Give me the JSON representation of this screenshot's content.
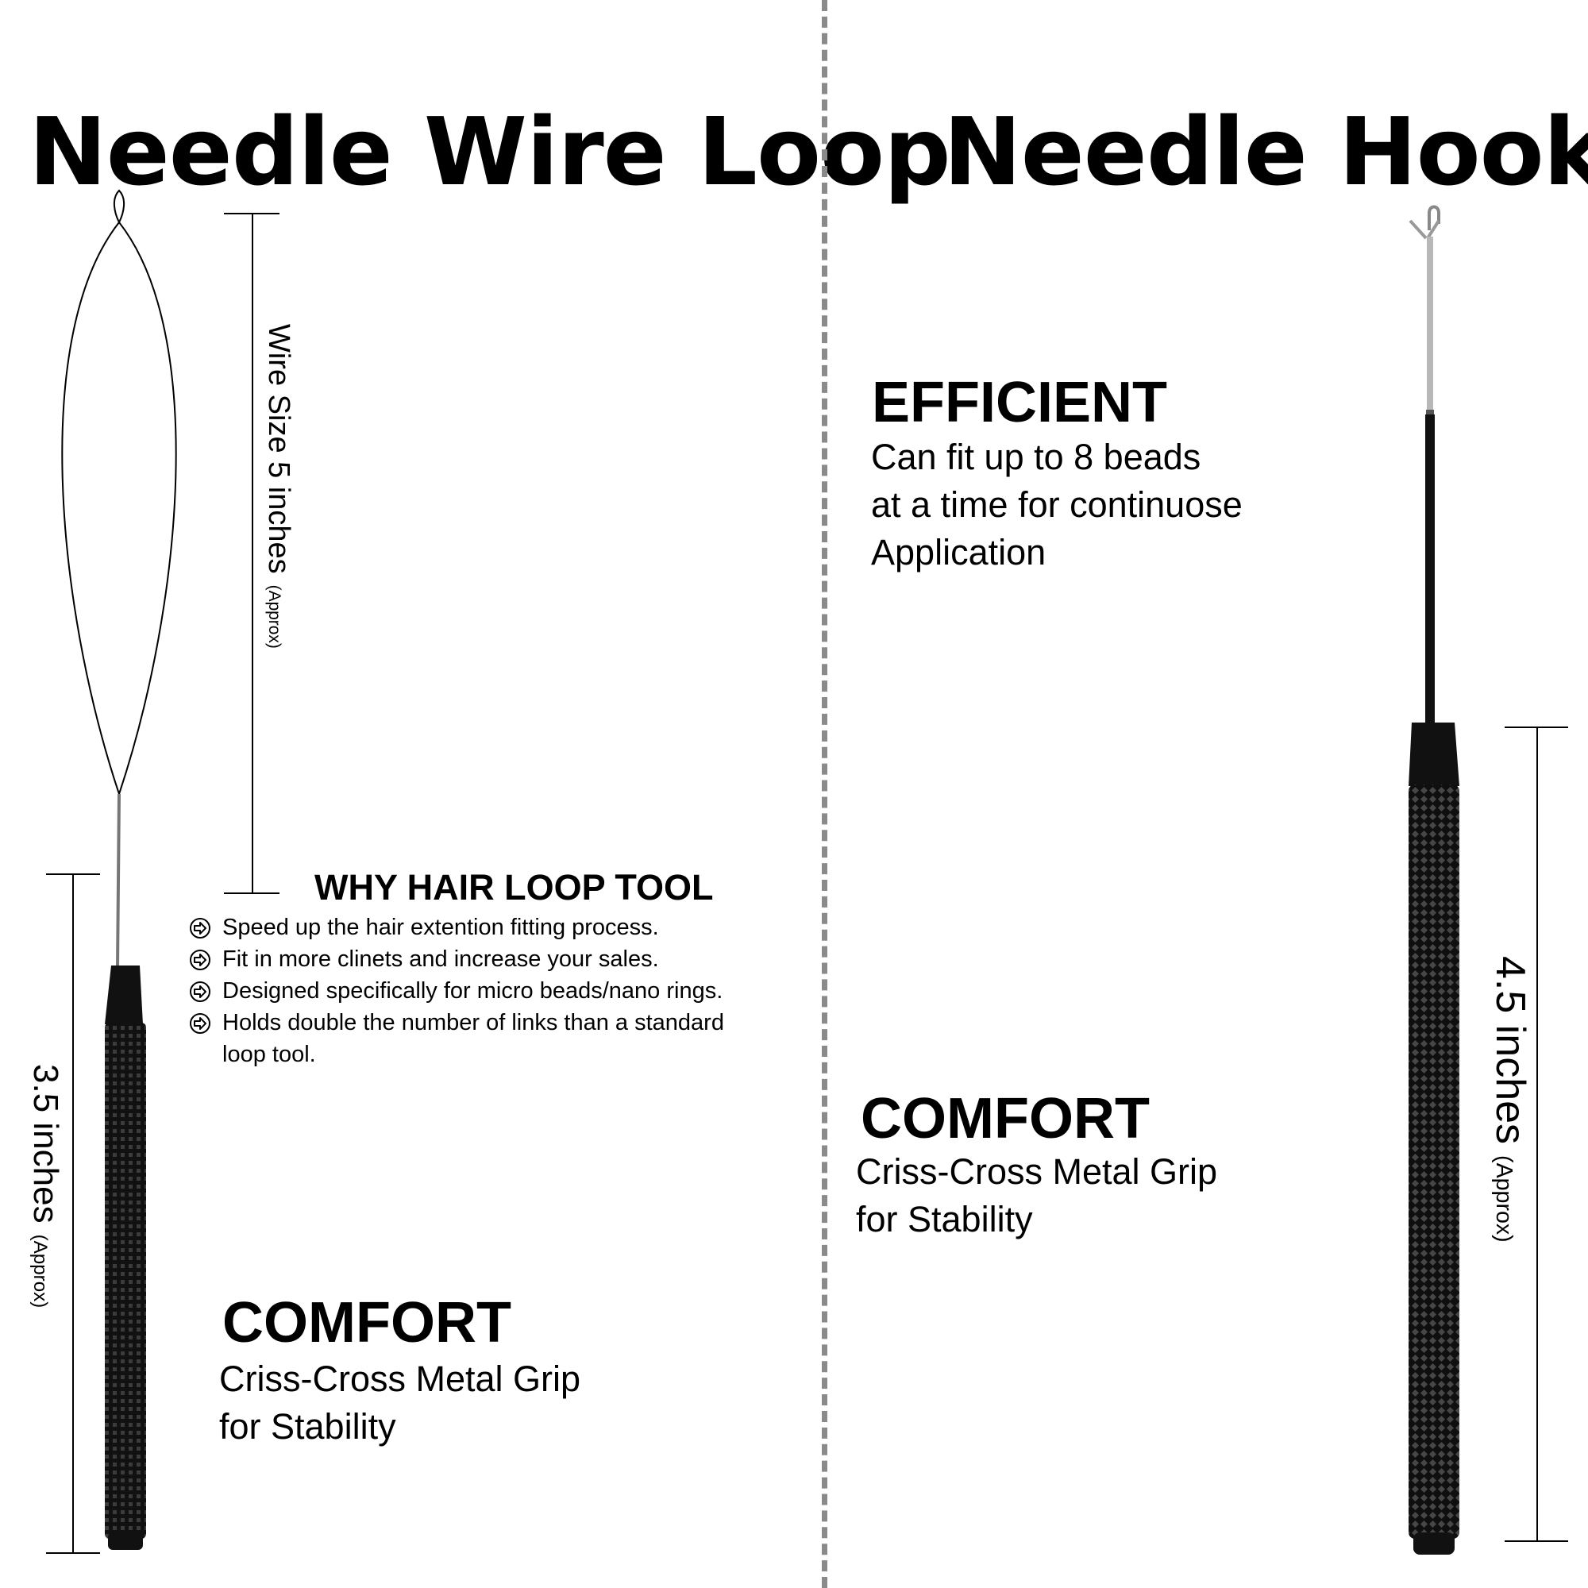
{
  "left": {
    "title": "Needle Wire Loop",
    "wire_dimension": {
      "value": "Wire Size 5 inches",
      "approx": "(Approx)"
    },
    "handle_dimension": {
      "value": "3.5 inches",
      "approx": "(Approx)"
    },
    "why": {
      "heading": "WHY HAIR LOOP TOOL",
      "icon": "arrow-circle-icon",
      "items": [
        "Speed up the hair extention fitting process.",
        "Fit in more clinets and increase your sales.",
        "Designed specifically for micro beads/nano rings.",
        "Holds double the number of links than a standard",
        "loop tool."
      ]
    },
    "comfort": {
      "heading": "COMFORT",
      "lines": [
        "Criss-Cross Metal Grip",
        "for Stability"
      ]
    }
  },
  "right": {
    "title": "Needle Hook",
    "efficient": {
      "heading": "EFFICIENT",
      "lines": [
        "Can fit up to 8 beads",
        "at a time for continuose",
        "Application"
      ]
    },
    "comfort": {
      "heading": "COMFORT",
      "lines": [
        "Criss-Cross Metal Grip",
        "for Stability"
      ]
    },
    "handle_dimension": {
      "value": "4.5 inches",
      "approx": "(Approx)"
    }
  },
  "colors": {
    "divider": "#8a8a8a",
    "handle": "#0d0d0d",
    "text": "#000000"
  }
}
